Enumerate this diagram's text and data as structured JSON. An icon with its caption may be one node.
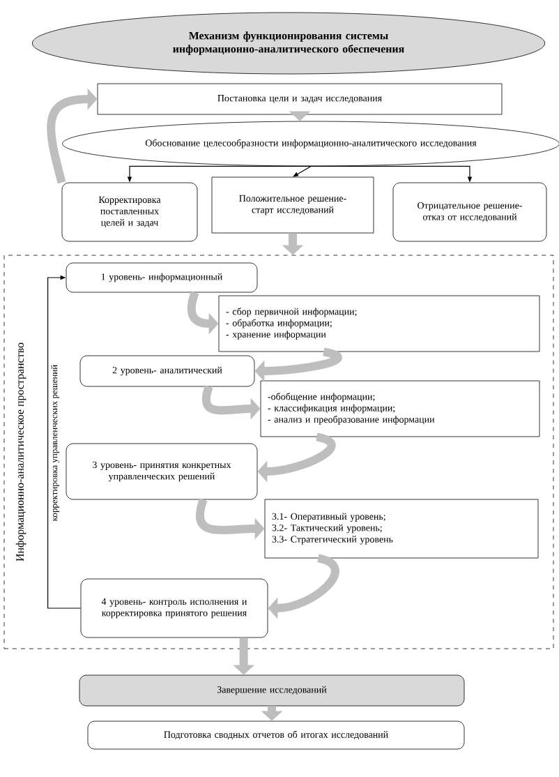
{
  "diagram": {
    "nodes": [
      {
        "text": [
          "Механизм функционирования системы информационно-аналитического обеспечения"
        ]
      },
      {
        "text": [
          "Постановка цели и задач исследования"
        ]
      },
      {
        "text": [
          "Обоснование целесообразности информационно-аналитического исследования"
        ]
      },
      {
        "text": [
          "Корректировка поставленных целей и задач"
        ]
      },
      {
        "text": [
          "Положительное решение- старт исследований"
        ]
      },
      {
        "text": [
          "Отрицательное решение- отказ от исследований"
        ]
      },
      {
        "text": [
          "Информационно-аналитическое пространство"
        ]
      },
      {
        "text": [
          "1 уровень- информационный"
        ],
        "in": 6
      },
      {
        "text": [
          "- сбор первичной информации;",
          "- обработка информации;",
          "- хранение информации"
        ],
        "in": 6
      },
      {
        "text": [
          "2 уровень- аналитический"
        ],
        "in": 6
      },
      {
        "text": [
          "-обобщение информации;",
          "- классификация информации;",
          "- анализ и преобразование информации"
        ],
        "in": 6
      },
      {
        "text": [
          "3 уровень- принятия конкретных управленческих решений"
        ],
        "in": 6
      },
      {
        "text": [
          "3.1- Оперативный уровень;",
          "3.2- Тактический уровень;",
          "3.3- Стратегический уровень"
        ],
        "in": 6
      },
      {
        "text": [
          "4 уровень- контроль исполнения и корректировка принятого решения"
        ],
        "in": 6
      },
      {
        "text": [
          "Завершение исследований"
        ]
      },
      {
        "text": [
          "Подготовка сводных отчетов об итогах исследований"
        ]
      }
    ],
    "edges": [
      {
        "from": 3,
        "to": 1,
        "arrow": "to"
      },
      {
        "from": 1,
        "to": 2,
        "arrow": "to"
      },
      {
        "from": 2,
        "to": 3,
        "arrow": "to",
        "color": "#000000"
      },
      {
        "from": 2,
        "to": 4,
        "arrow": "to",
        "color": "#000000"
      },
      {
        "from": 2,
        "to": 5,
        "arrow": "to",
        "color": "#000000"
      },
      {
        "from": 4,
        "to": 6,
        "arrow": "to"
      },
      {
        "from": 7,
        "to": 8,
        "arrow": "to"
      },
      {
        "from": 8,
        "to": 9,
        "arrow": "to"
      },
      {
        "from": 9,
        "to": 10,
        "arrow": "to"
      },
      {
        "from": 10,
        "to": 11,
        "arrow": "to"
      },
      {
        "from": 11,
        "to": 12,
        "arrow": "to"
      },
      {
        "from": 12,
        "to": 13,
        "arrow": "to"
      },
      {
        "from": 13,
        "to": 7,
        "arrow": "to",
        "label": "корректировка управленческих решений",
        "color": "#000000"
      },
      {
        "from": 13,
        "to": 14,
        "arrow": "to"
      },
      {
        "from": 14,
        "to": 15,
        "arrow": "to"
      }
    ]
  }
}
